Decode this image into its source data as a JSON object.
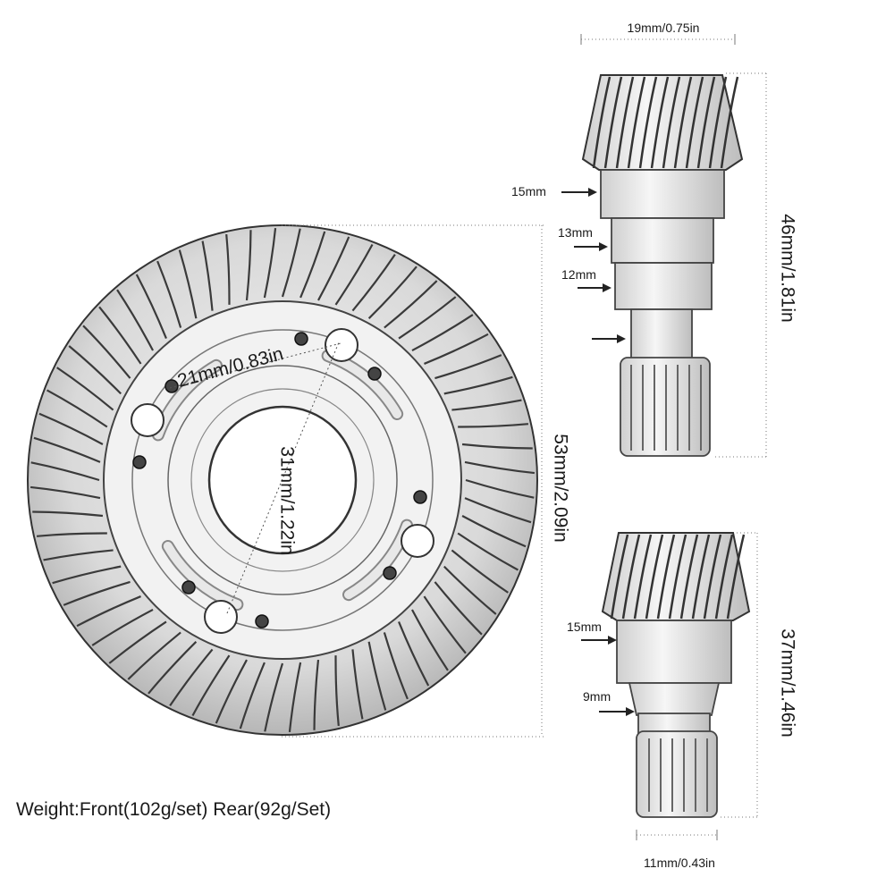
{
  "ring_gear": {
    "inner_hole_diameter": "21mm/0.83in",
    "bore_diameter": "31mm/1.22in",
    "outer_diameter": "53mm/2.09in"
  },
  "front_pinion": {
    "width": "19mm/0.75in",
    "length": "46mm/1.81in",
    "step_1": "15mm",
    "step_2": "13mm",
    "step_3": "12mm"
  },
  "rear_pinion": {
    "length": "37mm/1.46in",
    "step_1": "15mm",
    "step_2": "9mm",
    "shaft_width": "11mm/0.43in"
  },
  "weight_text": "Weight:Front(102g/set) Rear(92g/Set)"
}
